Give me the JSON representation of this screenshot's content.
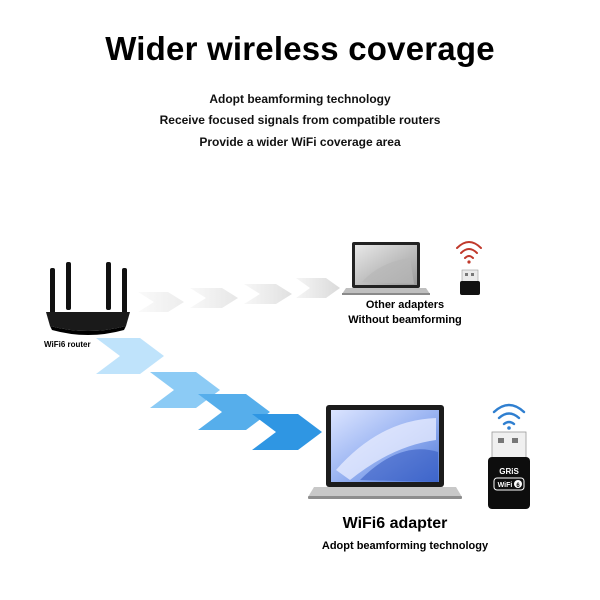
{
  "header": {
    "title": "Wider wireless coverage",
    "lines": [
      "Adopt beamforming technology",
      "Receive focused signals from compatible routers",
      "Provide a wider WiFi coverage area"
    ]
  },
  "router": {
    "label": "WiFi6 router"
  },
  "other_adapter": {
    "line1": "Other adapters",
    "line2": "Without beamforming"
  },
  "wifi6_adapter": {
    "title": "WiFi6 adapter",
    "subtitle": "Adopt beamforming technology",
    "brand": "GRiS",
    "badge": "WiFi",
    "badge_num": "6"
  },
  "colors": {
    "blue_arrow": "#4aa8e8",
    "grey_arrow": "#dcdcdc",
    "wifi_red": "#c0392b",
    "wifi_blue": "#2f7fd0"
  }
}
